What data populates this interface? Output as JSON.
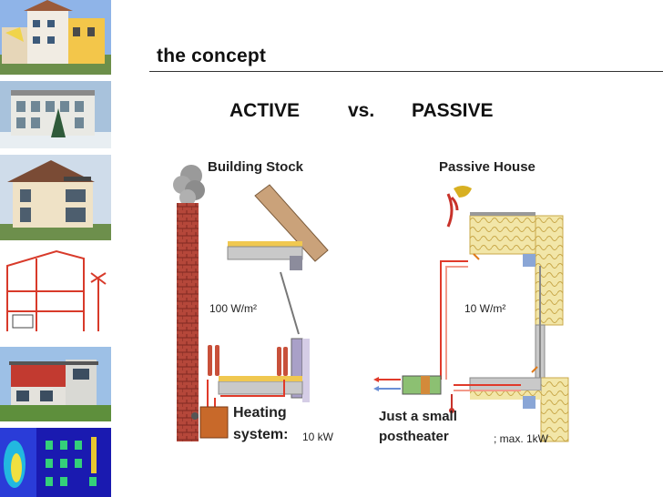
{
  "slide": {
    "title": "the concept",
    "active_label": "ACTIVE",
    "vs_label": "vs.",
    "passive_label": "PASSIVE"
  },
  "diagram": {
    "left_title": "Building Stock",
    "right_title": "Passive House",
    "left_load": "100 W/m²",
    "right_load": "10 W/m²",
    "heating_line1": "Heating",
    "heating_line2": "system:",
    "heating_value": "10 kW",
    "postheater_line1": "Just a small",
    "postheater_line2": "postheater",
    "postheater_value": "; max. 1kW"
  },
  "colors": {
    "brick": "#b5473a",
    "insulation": "#f2e6a8",
    "concrete": "#c9c9c9",
    "hot_pipe": "#e03a2a",
    "cold_pipe": "#6a8fd6",
    "boiler": "#c8692a",
    "roof": "#caa27a"
  },
  "icons": [
    "chimney-smoke-icon",
    "passive-house-logo-icon",
    "heat-exchanger-icon",
    "boiler-icon"
  ]
}
